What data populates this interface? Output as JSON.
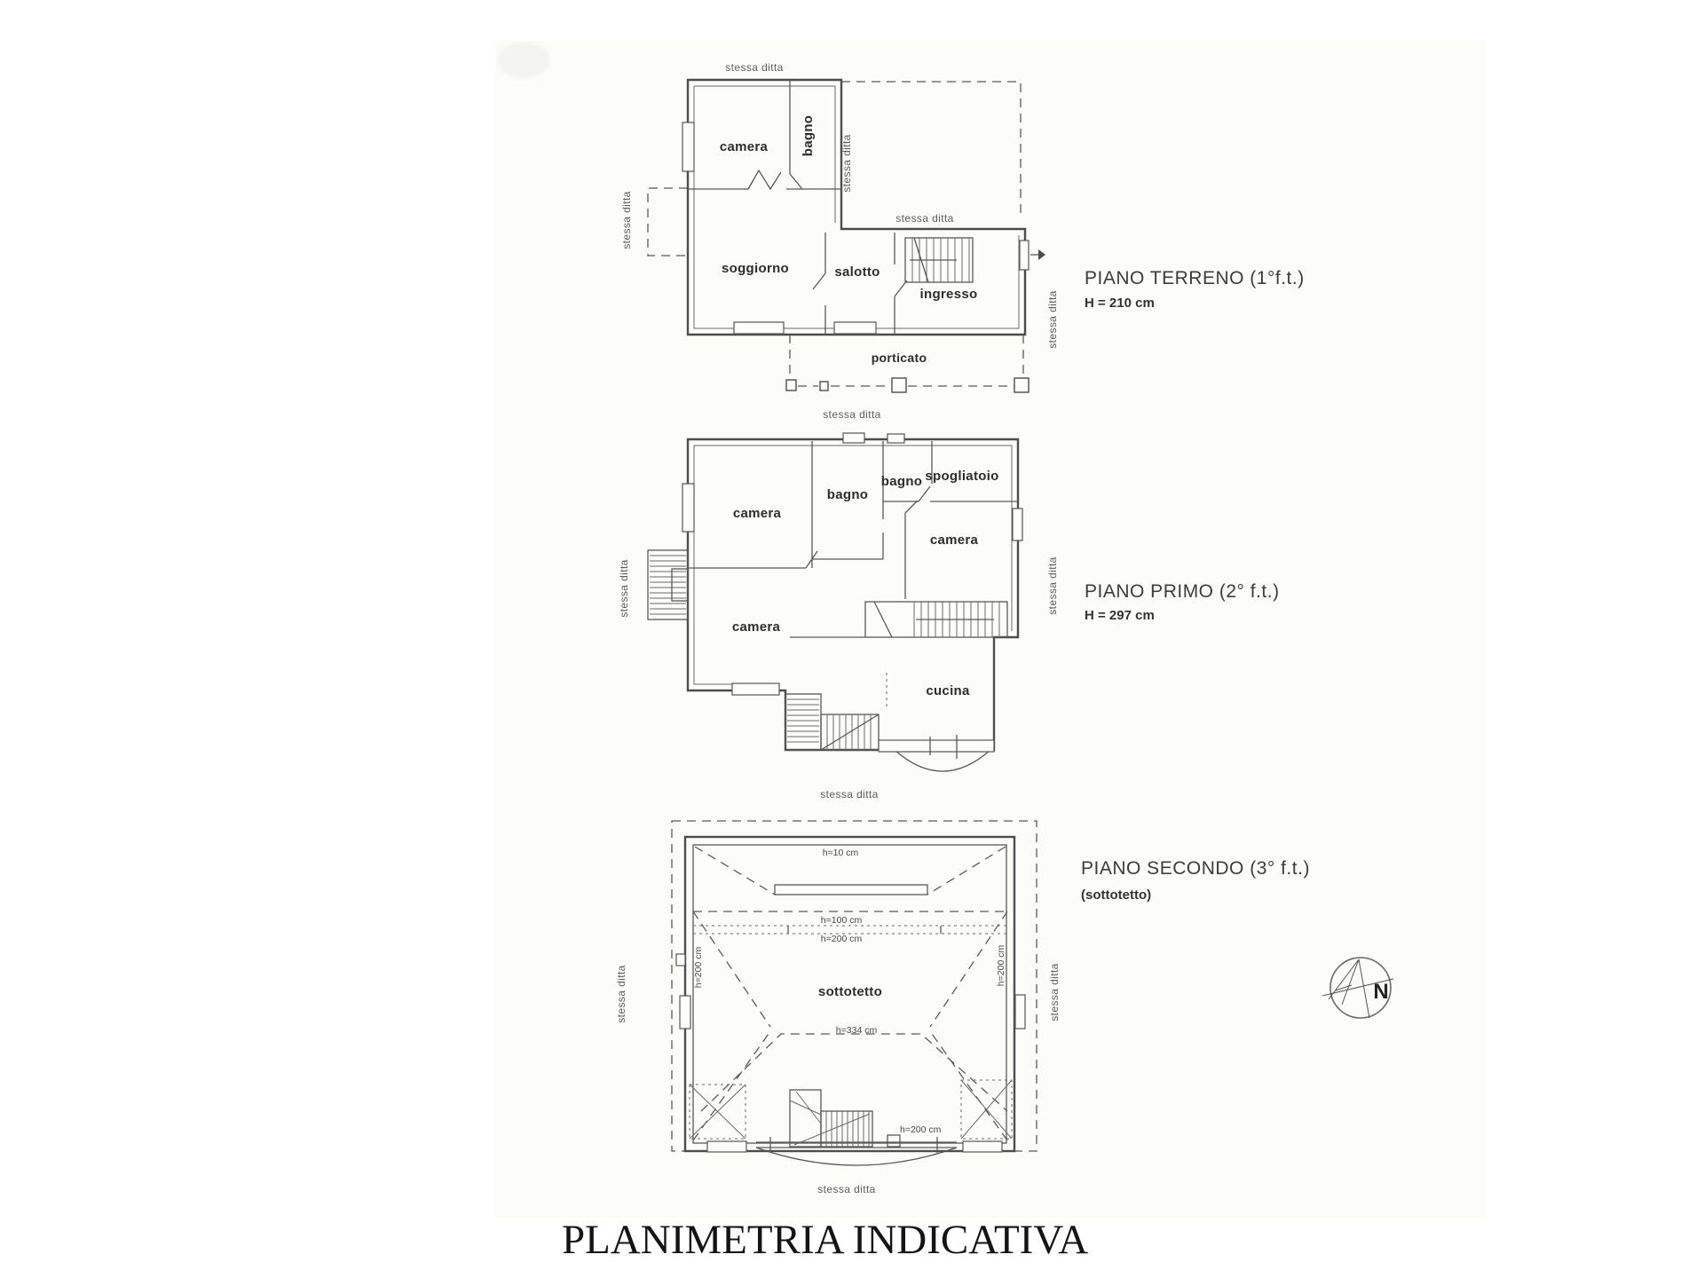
{
  "page": {
    "title": "PLANIMETRIA INDICATIVA"
  },
  "labels": {
    "stessa_ditta": "stessa ditta"
  },
  "colors": {
    "ink": "#4d4d4d",
    "caption_text": "#3c3c3c",
    "paper": "#fcfcf9"
  },
  "floors": [
    {
      "caption": "PIANO TERRENO (1°f.t.)",
      "height": "H = 210 cm",
      "rooms": [
        "camera",
        "bagno",
        "soggiorno",
        "salotto",
        "ingresso",
        "porticato"
      ]
    },
    {
      "caption": "PIANO PRIMO (2° f.t.)",
      "height": "H = 297 cm",
      "rooms": [
        "camera",
        "bagno",
        "bagno",
        "spogliatoio",
        "camera",
        "camera",
        "cucina"
      ]
    },
    {
      "caption": "PIANO SECONDO (3° f.t.)",
      "subcaption": "(sottotetto)",
      "rooms": [
        "sottotetto"
      ],
      "measures": {
        "ridge": "h=10 cm",
        "mid": "h=100 cm",
        "low": "h=200 cm",
        "center": "h=334 cm",
        "stair": "h=200 cm",
        "left": "h=200 cm",
        "right": "h=200 cm"
      }
    }
  ],
  "compass": {
    "north": "N"
  }
}
